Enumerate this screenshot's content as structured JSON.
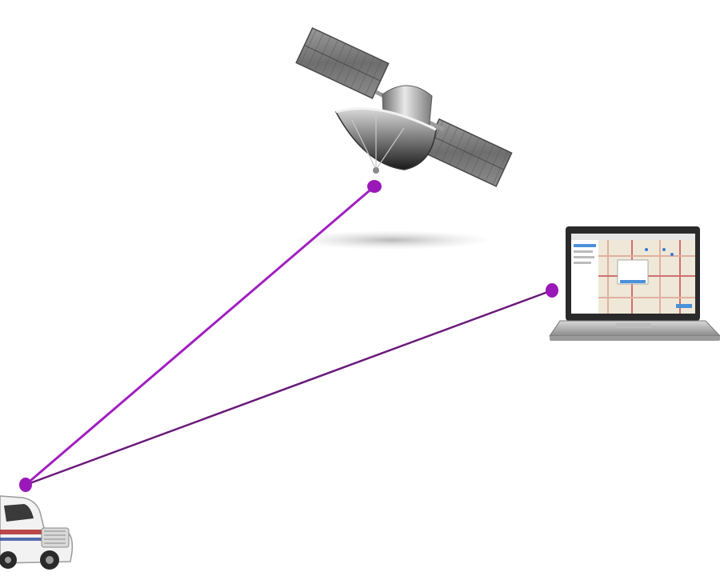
{
  "diagram": {
    "nodes": [
      {
        "id": "satellite",
        "icon": "satellite-icon"
      },
      {
        "id": "laptop",
        "icon": "laptop-icon"
      },
      {
        "id": "truck",
        "icon": "truck-icon"
      }
    ],
    "links": [
      {
        "from": "truck",
        "to": "satellite",
        "color": "#a020c0"
      },
      {
        "from": "truck",
        "to": "laptop",
        "color": "#6a1a7a"
      }
    ],
    "colors": {
      "link_primary": "#a020c0",
      "link_secondary": "#6a1a7a",
      "endpoint": "#9a18b8",
      "truck_body": "#f2f2f2",
      "laptop_frame": "#2a2a2a"
    }
  }
}
